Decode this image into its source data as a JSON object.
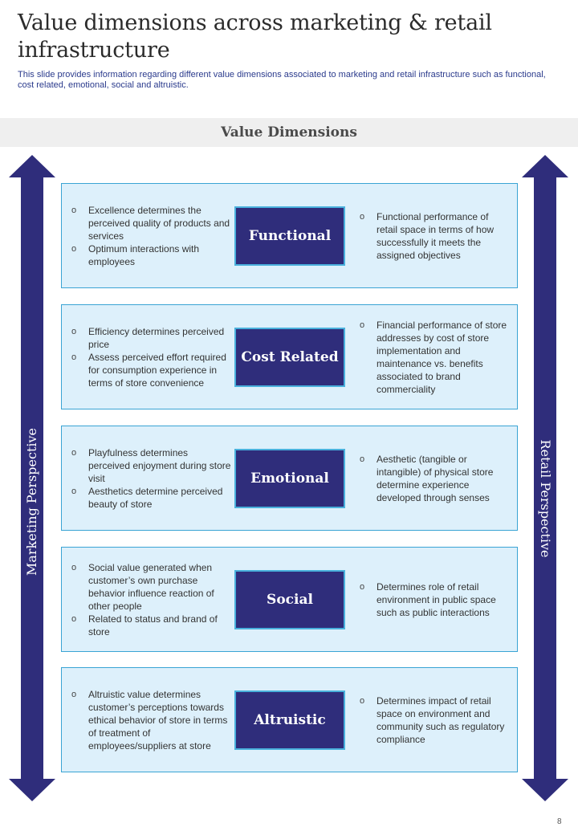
{
  "title": "Value dimensions across marketing & retail infrastructure",
  "subtitle": "This slide provides information regarding different value dimensions associated to marketing and retail infrastructure such as functional, cost related, emotional, social and altruistic.",
  "band_title": "Value Dimensions",
  "left_arrow_label": "Marketing Perspective",
  "right_arrow_label": "Retail Perspective",
  "colors": {
    "arrow": "#2f2d7b",
    "label_box": "#2f2d7b",
    "card_bg": "#ddf0fb",
    "card_border": "#3aa4d4",
    "band_bg": "#efefef"
  },
  "bullet_icon": "hollow-circle-bullet",
  "dimensions": [
    {
      "label": "Functional",
      "left": [
        "Excellence determines the perceived  quality of products and services",
        "Optimum interactions with employees"
      ],
      "right": [
        "Functional performance  of retail space in terms of how successfully it meets the assigned objectives"
      ]
    },
    {
      "label": "Cost Related",
      "left": [
        "Efficiency determines perceived  price",
        "Assess perceived  effort required for consumption experience in terms of store convenience"
      ],
      "right": [
        "Financial performance  of store addresses  by cost of store implementation  and maintenance vs.  benefits associated to brand commerciality"
      ]
    },
    {
      "label": "Emotional",
      "left": [
        "Playfulness determines perceived  enjoyment during store visit",
        "Aesthetics determine perceived  beauty of store"
      ],
      "right": [
        "Aesthetic (tangible  or intangible)  of physical store determine  experience developed  through senses"
      ]
    },
    {
      "label": "Social",
      "left": [
        "Social value generated  when customer’s own purchase behavior  influence reaction of other people",
        "Related to status and brand of store"
      ],
      "right": [
        "Determines role of retail environment  in public space such as public interactions"
      ]
    },
    {
      "label": "Altruistic",
      "left": [
        "Altruistic value  determines customer’s perceptions towards ethical behavior  of store in terms of treatment of employees/suppliers  at store"
      ],
      "right": [
        "Determines  impact of retail space on environment  and community such as regulatory compliance"
      ]
    }
  ],
  "page_number": "8"
}
